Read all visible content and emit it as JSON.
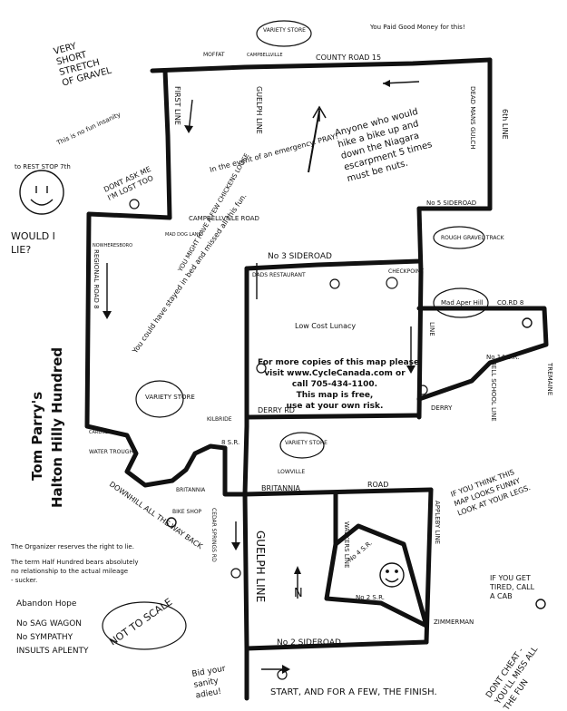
{
  "title": "Tom Parry's",
  "subtitle": "Halton Hilly Hundred",
  "info": {
    "line1": "For more copies of this map please",
    "line2": "visit www.CycleCanada.com or",
    "line3": "call 705-434-1100.",
    "line4": "This map is free,",
    "line5": "use at your own risk."
  },
  "roads": {
    "county_road_15": "COUNTY ROAD 15",
    "campbellville_road": "CAMPBELLVILLE ROAD",
    "no3_sideroad": "No 3   SIDEROAD",
    "no5_sideroad": "No 5 SIDEROAD",
    "first_line": "FIRST LINE",
    "guelph_line_north": "GUELPH LINE",
    "guelph_line_south": "GUELPH LINE",
    "sixth_line": "6th LINE",
    "dead_mans_gulch": "DEAD MANS GULCH",
    "derry_rd": "DERRY RD",
    "derry": "DERRY",
    "britannia": "BRITANNIA",
    "road": "ROAD",
    "no2_sideroad": "No 2   SIDEROAD",
    "walkers_line": "WALKERS LINE",
    "appleby_line": "APPLEBY LINE",
    "no4_sr": "No 4 S.R.",
    "no2_sr": "No 2 S.R.",
    "zimmerman": "ZIMMERMAN",
    "regional_road": "REGIONAL ROAD 8",
    "bell_school_line": "BELL SCHOOL LINE",
    "tremaine": "TREMAINE",
    "co_rd_8": "CO.RD 8",
    "no14_sr": "No 14 S.R.",
    "cedar_springs": "CEDAR SPRINGS RD",
    "eight_sr": "8 S.R.",
    "line": "LINE",
    "britannia_w": "BRITANNIA"
  },
  "places": {
    "variety_store_top": "VARIETY STORE",
    "variety_store_mid": "VARIETY STORE",
    "variety_store_right": "VARIETY STORE",
    "moffat": "MOFFAT",
    "kilbride": "KILBRIDE",
    "lowville": "LOWVILLE",
    "dads_restaurant": "DADS RESTAURANT",
    "checkpoint": "CHECKPOINT",
    "nowhere": "NOWHERESBORO",
    "mad_dog_lane": "MAD DOG LANE",
    "carlisle": "CARLISLE",
    "water_trough": "WATER TROUGH",
    "campbellville": "CAMPBELLVILLE"
  },
  "notes": {
    "very_short": "VERY SHORT STRETCH OF GRAVEL",
    "gravel_paid": "You Paid Good Money for this!",
    "insanity": "This is no fun insanity",
    "rest_stop": "to REST STOP 7th",
    "emergency": "In the event of an emergency: PRAY!",
    "anyone_who": "Anyone who would hike a bike up and down the Niagara escarpment 5 times must be nuts.",
    "dont_ask": "DONT ASK ME I'M LOST TOO",
    "would_i_lie": "WOULD I LIE?",
    "fewer_cows": "YOU MIGHT HAVE A FEW CHICKENS LOOSE",
    "stayed_in_bed": "You could have stayed in bed and missed all this fun.",
    "low_cost_lunacy": "Low Cost Lunacy",
    "rough_gravel": "ROUGH GRAVEL TRACK",
    "mad_aper_hill": "Mad Aper Hill",
    "if_you_think": "IF YOU THINK THIS MAP LOOKS FUNNY LOOK AT YOUR LEGS.",
    "downhill": "DOWNHILL ALL THE WAY BACK",
    "organizer": "The Organizer reserves the right to lie.",
    "half_hundred": "The term Half Hundred bears absolutely no relationship to the actual mileage - sucker.",
    "abandon_hope": "Abandon Hope",
    "no_sag": "No SAG WAGON",
    "no_sympathy": "No SYMPATHY",
    "insults": "INSULTS APLENTY",
    "not_to_scale": "NOT TO SCALE",
    "bid_sanity": "Bid your sanity adieu!",
    "start": "START, AND FOR A FEW, THE FINISH.",
    "tired_cab": "IF YOU GET TIRED, CALL A CAB",
    "dont_cheat": "DONT CHEAT - YOU'LL MISS ALL THE FUN",
    "bike_shop": "BIKE SHOP"
  },
  "compass": "N"
}
